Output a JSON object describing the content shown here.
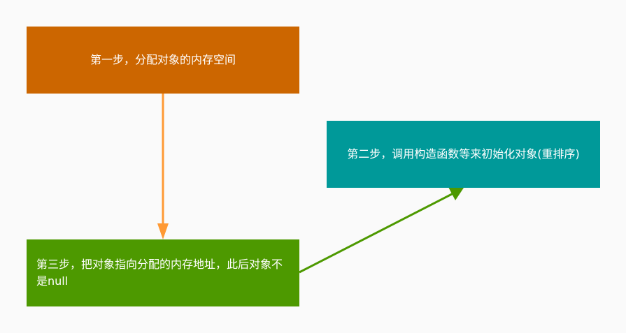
{
  "colors": {
    "step1": "#cc6600",
    "step2": "#009999",
    "step3": "#4d9900",
    "arrow1": "#ff9933",
    "arrow2": "#4d9900"
  },
  "nodes": {
    "step1": "第一步，分配对象的内存空间",
    "step2": "第二步，调用构造函数等来初始化对象(重排序)",
    "step3": "第三步，把对象指向分配的内存地址，此后对象不是null"
  }
}
